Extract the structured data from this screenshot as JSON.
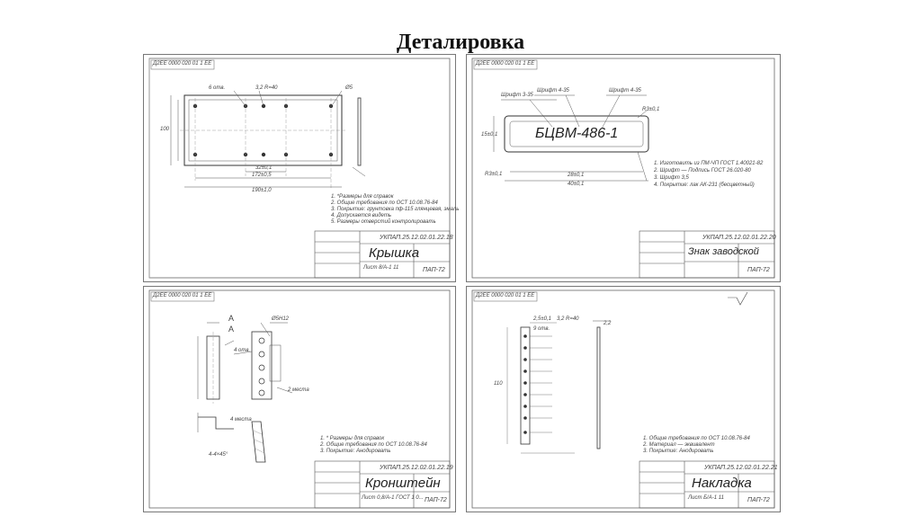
{
  "slide": {
    "title": "Деталировка"
  },
  "sheets": [
    {
      "top_code": "Д2ЕЕ 0000 020 01 1 ЕЕ",
      "stamp_code": "УКПАП.25.12.02.01.22.18",
      "part_name": "Крышка",
      "org": "ПАП-72",
      "material": "Лист 8/А-1 11",
      "notes": [
        "1. *Размеры для справок",
        "2. Общие требования по ОСТ 10.08.76-84",
        "3. Покрытие: грунтовка пф-115 глянцевая, эмаль",
        "4. Допускается видеть",
        "5. Размеры отверстий контролировать"
      ],
      "dims": [
        "6 отв.",
        "3,2 R=40",
        "Ø5",
        "32±0,1",
        "172±0,5",
        "190±1,0",
        "100"
      ]
    },
    {
      "top_code": "Д2ЕЕ 0000 020 01 1 ЕЕ",
      "stamp_code": "УКПАП.25.12.02.01.22.20",
      "part_name": "Знак заводской",
      "org": "ПАП-72",
      "marking": "БЦВМ-486-1",
      "notes": [
        "1. Изготовить из ПМ-ЧП ГОСТ 1.40021-82",
        "2. Шрифт — Подпись ГОСТ 26.020-80",
        "3. Шрифт 3,5",
        "4. Покрытие: лак АК-231 (бесцветный)"
      ],
      "dims": [
        "Шрифт 3-35",
        "Шрифт 4-35",
        "Шрифт 4-35",
        "R3±0,1",
        "28±0,1",
        "40±0,1",
        "R3±0,1",
        "15±0,1"
      ]
    },
    {
      "top_code": "Д2ЕЕ 0000 020 01 1 ЕЕ",
      "stamp_code": "УКПАП.25.12.02.01.22.19",
      "part_name": "Кронштейн",
      "org": "ПАП-72",
      "material": "Лист 0,8/А-1 ГОСТ 1 0...",
      "notes": [
        "1. * Размеры для справок",
        "2. Общие требования по ОСТ 10.08.76-84",
        "3. Покрытие: Анодировать"
      ],
      "dims": [
        "А",
        "А",
        "Ø5Н12",
        "4 отв.",
        "2 места",
        "4 места",
        "4-4×45°"
      ]
    },
    {
      "top_code": "Д2ЕЕ 0000 020 01 1 ЕЕ",
      "stamp_code": "УКПАП.25.12.02.01.22.21",
      "part_name": "Накладка",
      "org": "ПАП-72",
      "material": "Лист Б/А-1 11",
      "notes": [
        "1. Общие требования по ОСТ 10.08.76-84",
        "2. Материал — эквивалент",
        "3. Покрытие: Анодировать"
      ],
      "dims": [
        "2,5±0,1",
        "3,2 R=40",
        "9 отв.",
        "110",
        "2,2"
      ]
    }
  ]
}
